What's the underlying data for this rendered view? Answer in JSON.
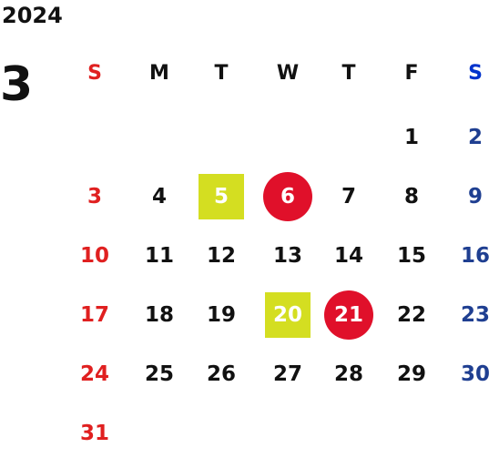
{
  "year": "2024",
  "month": "3",
  "colors": {
    "sunday": "#e02020",
    "saturday": "#0033cc",
    "saturday_date": "#1f3f91",
    "weekday": "#111111",
    "highlight_green": "#d4de21",
    "highlight_red": "#e0102a",
    "highlight_text": "#ffffff"
  },
  "weekdays": [
    "S",
    "M",
    "T",
    "W",
    "T",
    "F",
    "S"
  ],
  "first_weekday": 5,
  "days_in_month": 31,
  "highlights": [
    {
      "day": 5,
      "style": "square",
      "color": "highlight_green"
    },
    {
      "day": 6,
      "style": "circle",
      "color": "highlight_red"
    },
    {
      "day": 20,
      "style": "square",
      "color": "highlight_green"
    },
    {
      "day": 21,
      "style": "circle",
      "color": "highlight_red"
    }
  ]
}
